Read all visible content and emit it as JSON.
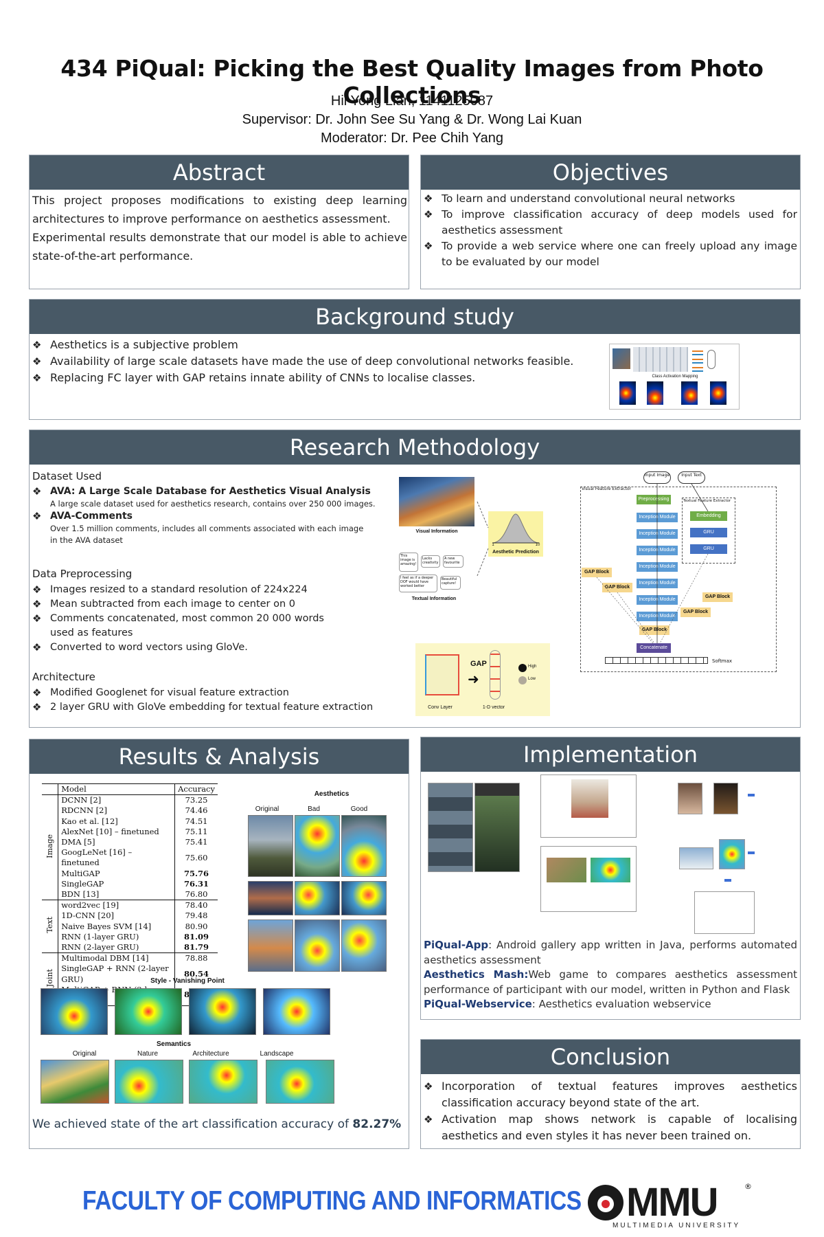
{
  "title": "434 PiQual: Picking the Best Quality Images from Photo Collections",
  "author": "Hii Yong Lian, 1141125087",
  "supervisor": "Supervisor: Dr. John See Su Yang & Dr. Wong Lai Kuan",
  "moderator": "Moderator: Dr. Pee Chih Yang",
  "abstract": {
    "heading": "Abstract",
    "p1": "This project proposes modifications to existing deep learning architectures to improve performance on aesthetics assessment.",
    "p2": "Experimental results demonstrate that our model is able to achieve state-of-the-art performance."
  },
  "objectives": {
    "heading": "Objectives",
    "items": [
      "To learn and understand convolutional neural networks",
      "To improve classification accuracy of deep models used for aesthetics assessment",
      "To provide a web service where one can freely upload any image to be evaluated by our model"
    ]
  },
  "background": {
    "heading": "Background study",
    "items": [
      "Aesthetics is a subjective problem",
      "Availability of large scale datasets have made the use of deep convolutional networks feasible.",
      "Replacing FC layer with GAP retains innate ability of CNNs to localise classes."
    ],
    "figure_caption": "Class Activation Mapping"
  },
  "methodology": {
    "heading": "Research Methodology",
    "dataset_label": "Dataset Used",
    "ava_title": "AVA: A Large Scale Database for Aesthetics Visual Analysis",
    "ava_desc": "A large scale dataset used for aesthetics research, contains over 250 000 images.",
    "avac_title": "AVA-Comments",
    "avac_desc": "Over 1.5 million comments, includes all comments associated with each image in the AVA dataset",
    "prep_label": "Data Preprocessing",
    "prep_items": [
      "Images resized to a standard resolution of 224x224",
      "Mean subtracted from each image to center on 0",
      "Comments concatenated, most common 20 000 words used as features",
      "Converted to word vectors using GloVe."
    ],
    "arch_label": "Architecture",
    "arch_items": [
      "Modified Googlenet for visual feature extraction",
      "2 layer GRU with GloVe embedding for textual feature extraction"
    ],
    "fig_visual": "Visual Information",
    "fig_textual": "Textual Information",
    "fig_prediction": "Aesthetic Prediction",
    "fig_axis_lo": "1",
    "fig_axis_hi": "10",
    "comments": [
      "This image is amazing!",
      "Lacks creativity",
      "A new favourite",
      "I feel as if a deeper DOF would have worked better",
      "Beautiful capture!"
    ],
    "gap_label": "GAP",
    "conv_label": "Conv Layer",
    "vec_label": "1-D vector",
    "high": "High",
    "low": "Low",
    "arch": {
      "input_image": "Input Image",
      "input_text": "Input Text",
      "visual_extractor": "Visual Feature Extractor",
      "textual_extractor": "Textual Feature Extractor",
      "preprocessing": "Preprocessing",
      "embedding": "Embedding",
      "gru": "GRU",
      "inception": "Inception Module",
      "gap_block": "GAP Block",
      "concatenate": "Concatenate",
      "softmax": "Softmax"
    }
  },
  "results": {
    "heading": "Results & Analysis",
    "col_model": "Model",
    "col_acc": "Accuracy",
    "groups": [
      {
        "name": "Image",
        "rows": [
          {
            "model": "DCNN [2]",
            "acc": "73.25",
            "bold": false
          },
          {
            "model": "RDCNN [2]",
            "acc": "74.46",
            "bold": false
          },
          {
            "model": "Kao et al. [12]",
            "acc": "74.51",
            "bold": false
          },
          {
            "model": "AlexNet [10] – finetuned",
            "acc": "75.11",
            "bold": false
          },
          {
            "model": "DMA [5]",
            "acc": "75.41",
            "bold": false
          },
          {
            "model": "GoogLeNet [16] – finetuned",
            "acc": "75.60",
            "bold": false
          },
          {
            "model": "MultiGAP",
            "acc": "75.76",
            "bold": true
          },
          {
            "model": "SingleGAP",
            "acc": "76.31",
            "bold": true
          },
          {
            "model": "BDN [13]",
            "acc": "76.80",
            "bold": false
          }
        ]
      },
      {
        "name": "Text",
        "rows": [
          {
            "model": "word2vec [19]",
            "acc": "78.40",
            "bold": false
          },
          {
            "model": "1D-CNN [20]",
            "acc": "79.48",
            "bold": false
          },
          {
            "model": "Naive Bayes SVM [14]",
            "acc": "80.90",
            "bold": false
          },
          {
            "model": "RNN (1-layer GRU)",
            "acc": "81.09",
            "bold": true
          },
          {
            "model": "RNN (2-layer GRU)",
            "acc": "81.79",
            "bold": true
          }
        ]
      },
      {
        "name": "Joint",
        "rows": [
          {
            "model": "Multimodal DBM [14]",
            "acc": "78.88",
            "bold": false
          },
          {
            "model": "SingleGAP + RNN (2-layer GRU)",
            "acc": "80.54",
            "bold": true
          },
          {
            "model": "MultiGAP + RNN (2-layer GRU)",
            "acc": "82.27",
            "bold": true
          }
        ]
      }
    ],
    "aesthetics_title": "Aesthetics",
    "aesthetics_cols": [
      "Original",
      "Bad",
      "Good"
    ],
    "style_title": "Style - Vanishing Point",
    "semantics_title": "Semantics",
    "semantics_cols": [
      "Original",
      "Nature",
      "Architecture",
      "Landscape"
    ],
    "summary_prefix": "We achieved state of the art classification accuracy of ",
    "summary_value": "82.27%"
  },
  "implementation": {
    "heading": "Implementation",
    "app_name": "PiQual-App",
    "app_desc": ": Android gallery app written in Java, performs automated aesthetics assessment",
    "mash_name": "Aesthetics Mash:",
    "mash_desc": "Web game to compares aesthetics assessment performance of participant with our model, written in Python and Flask",
    "web_name": "PiQual-Webservice",
    "web_desc": ": Aesthetics evaluation webservice"
  },
  "conclusion": {
    "heading": "Conclusion",
    "items": [
      "Incorporation of textual features improves aesthetics classification accuracy beyond state of the art.",
      "Activation map shows network is capable of localising aesthetics and even styles it has never been trained on."
    ]
  },
  "footer": {
    "faculty": "FACULTY OF COMPUTING AND INFORMATICS",
    "logo_text": "MMU",
    "registered": "®",
    "university": "MULTIMEDIA UNIVERSITY"
  },
  "colors": {
    "header_bg": "#485966",
    "faculty_blue": "#2a64d6",
    "mmu_red": "#d7262e"
  }
}
